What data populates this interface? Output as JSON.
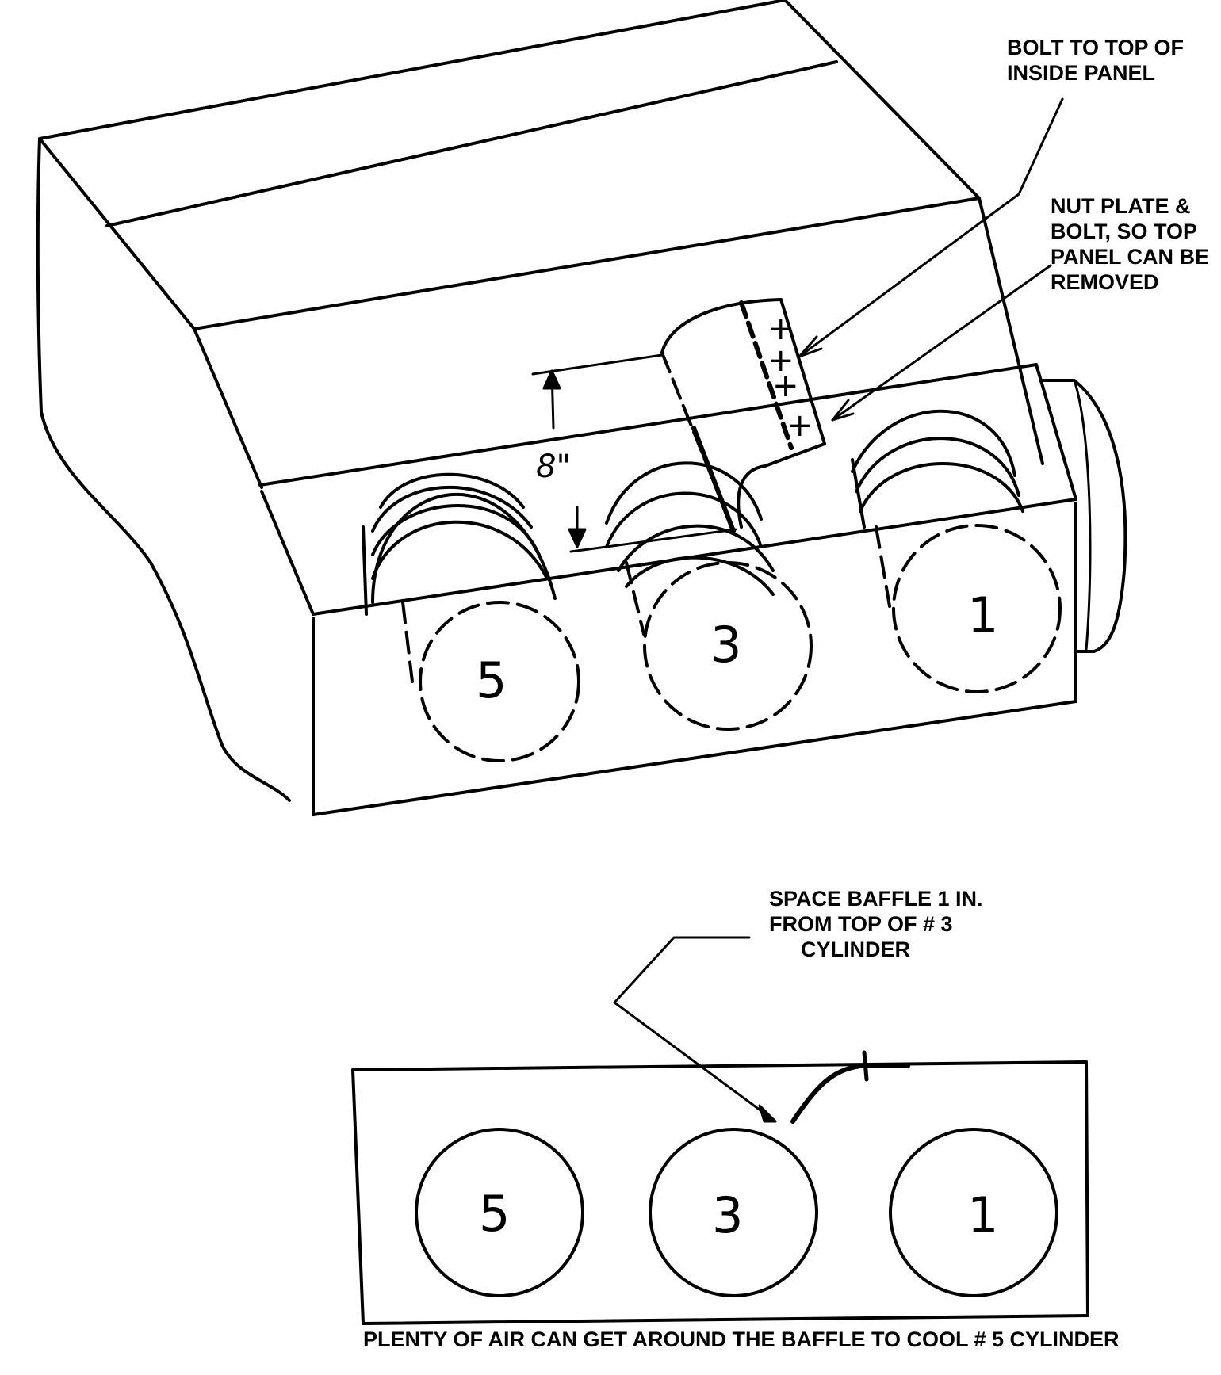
{
  "annotations": {
    "bolt_to_top": [
      "BOLT TO TOP OF",
      "INSIDE PANEL"
    ],
    "nut_plate": [
      "NUT PLATE &",
      "BOLT, SO TOP",
      "PANEL CAN BE",
      "REMOVED"
    ],
    "space_baffle": [
      "SPACE BAFFLE 1 IN.",
      "FROM TOP OF # 3",
      "CYLINDER"
    ],
    "caption": "PLENTY OF AIR CAN GET AROUND THE BAFFLE TO COOL # 5 CYLINDER"
  },
  "dimension": {
    "label": "8\""
  },
  "cylinders": {
    "top_view": [
      "5",
      "3",
      "1"
    ],
    "front_view": [
      "5",
      "3",
      "1"
    ]
  },
  "colors": {
    "ink": "#000000",
    "paper": "#ffffff"
  }
}
